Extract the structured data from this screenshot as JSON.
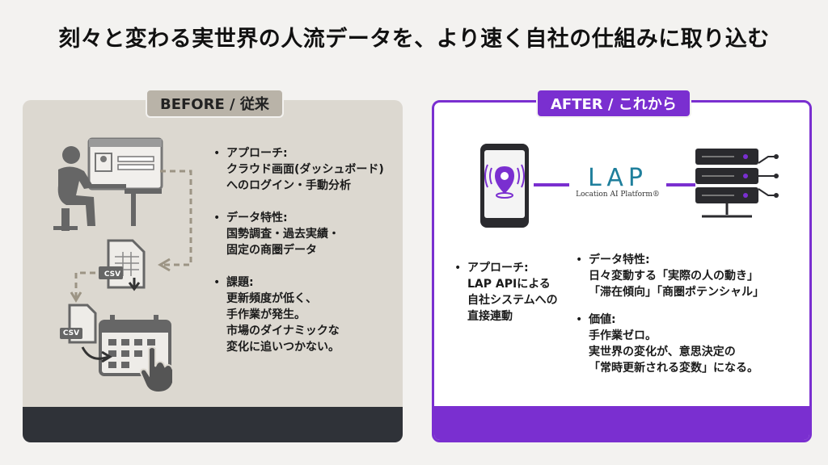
{
  "title": "刻々と変わる実世界の人流データを、より速く自社の仕組みに取り込む",
  "before": {
    "tag": "BEFORE / 従来",
    "bullets": [
      {
        "head": "アプローチ:",
        "lines": [
          "クラウド画面(ダッシュボード)",
          "へのログイン・手動分析"
        ]
      },
      {
        "head": "データ特性:",
        "lines": [
          "国勢調査・過去実績・",
          "固定の商圏データ"
        ]
      },
      {
        "head": "課題:",
        "lines": [
          "更新頻度が低く、",
          "手作業が発生。",
          "市場のダイナミックな",
          "変化に追いつかない。"
        ]
      }
    ],
    "csv_label_1": "CSV",
    "csv_label_2": "CSV"
  },
  "after": {
    "tag": "AFTER / これから",
    "logo_text": "LAP",
    "logo_sub": "Location AI Platform®",
    "approach": {
      "head": "アプローチ:",
      "lines": [
        "LAP APIによる",
        "自社システムへの",
        "直接連動"
      ]
    },
    "bullets": [
      {
        "head": "データ特性:",
        "lines": [
          "日々変動する「実際の人の動き」",
          "「滞在傾向」「商圏ポテンシャル」"
        ]
      },
      {
        "head": "価値:",
        "lines": [
          "手作業ゼロ。",
          "実世界の変化が、意思決定の",
          "「常時更新される変数」になる。"
        ]
      }
    ]
  },
  "colors": {
    "accent": "#7a2fd0",
    "before_bg": "#dcd8d0",
    "before_tag": "#b9b3a8",
    "dark_footer": "#2f3238",
    "logo_teal": "#1f7f9c"
  },
  "icons": [
    "person-at-computer-icon",
    "csv-file-icon",
    "calendar-icon",
    "pointer-hand-icon",
    "smartphone-location-icon",
    "server-rack-icon"
  ]
}
